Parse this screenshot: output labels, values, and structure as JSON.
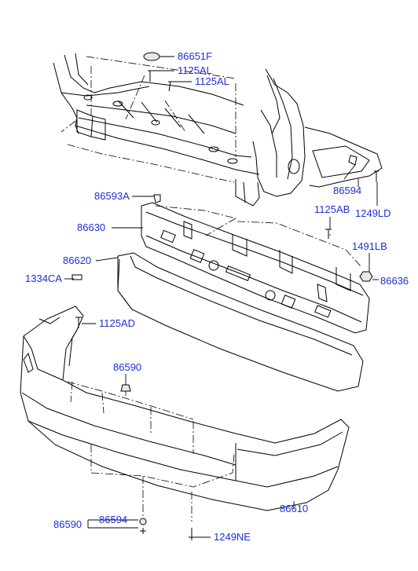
{
  "diagram": {
    "labels": {
      "p86651F": "86651F",
      "p1125AL_a": "1125AL",
      "p1125AL_b": "1125AL",
      "p86593A": "86593A",
      "p86594_top": "86594",
      "p1125AB": "1125AB",
      "p1249LD": "1249LD",
      "p86630": "86630",
      "p1491LB": "1491LB",
      "p86620": "86620",
      "p86636": "86636",
      "p1334CA": "1334CA",
      "p1125AD": "1125AD",
      "p86590_mid": "86590",
      "p86590_bottom": "86590",
      "p86594_bottom": "86594",
      "p1249NE": "1249NE",
      "p86610": "86610"
    },
    "label_color": "#1e2fd6"
  }
}
